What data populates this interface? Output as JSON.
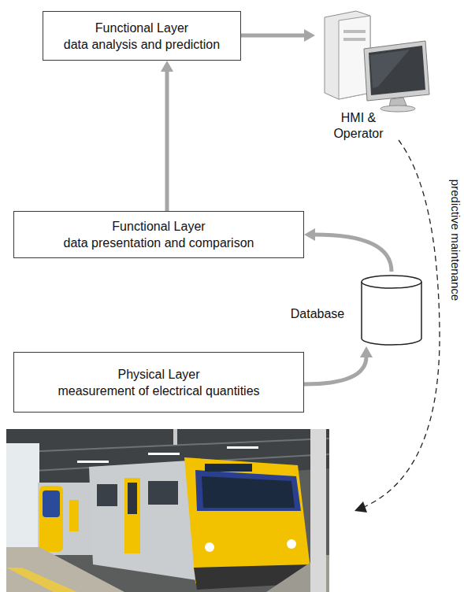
{
  "diagram": {
    "nodes": [
      {
        "text": [
          "Functional Layer",
          "data analysis and prediction"
        ]
      },
      {
        "text": [
          "HMI & Operator"
        ]
      },
      {
        "text": [
          "Functional Layer",
          "data presentation and comparison"
        ]
      },
      {
        "text": [
          "Database"
        ]
      },
      {
        "text": [
          "Physical Layer",
          "measurement of electrical quantities"
        ]
      }
    ],
    "edges": [
      {
        "from": 0,
        "to": 1,
        "arrow": "to"
      },
      {
        "from": 2,
        "to": 0,
        "arrow": "to"
      },
      {
        "from": 3,
        "to": 2,
        "arrow": "to"
      },
      {
        "from": 4,
        "to": 3,
        "arrow": "to"
      }
    ],
    "labels": [
      "predictive maintenance"
    ]
  }
}
